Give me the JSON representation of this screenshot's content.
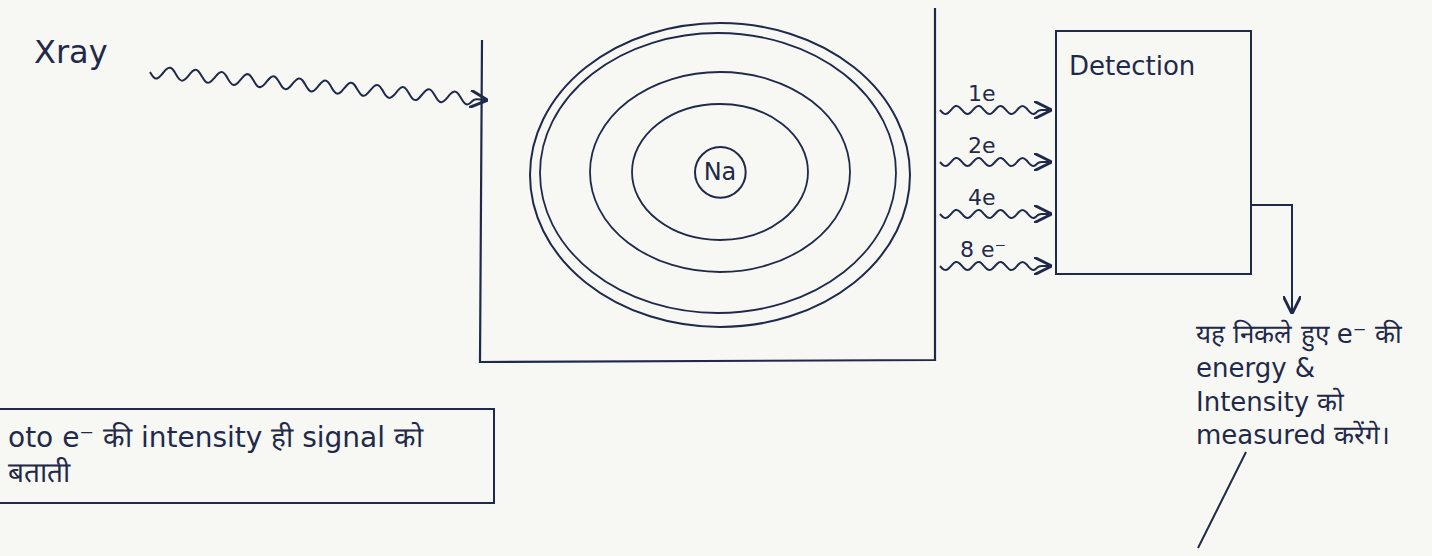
{
  "diagram": {
    "nodes": [
      {
        "text": [
          "Na"
        ]
      },
      {
        "text": [
          "Detection"
        ]
      },
      {
        "text": [
          "oto e⁻ की intensity ही signal को बताती"
        ]
      }
    ],
    "labels": [
      "Xray",
      "1e",
      "2e",
      "4e",
      "8 e⁻",
      "यह निकले हुए e⁻ की energy & Intensity को measured करेंगे।"
    ]
  }
}
